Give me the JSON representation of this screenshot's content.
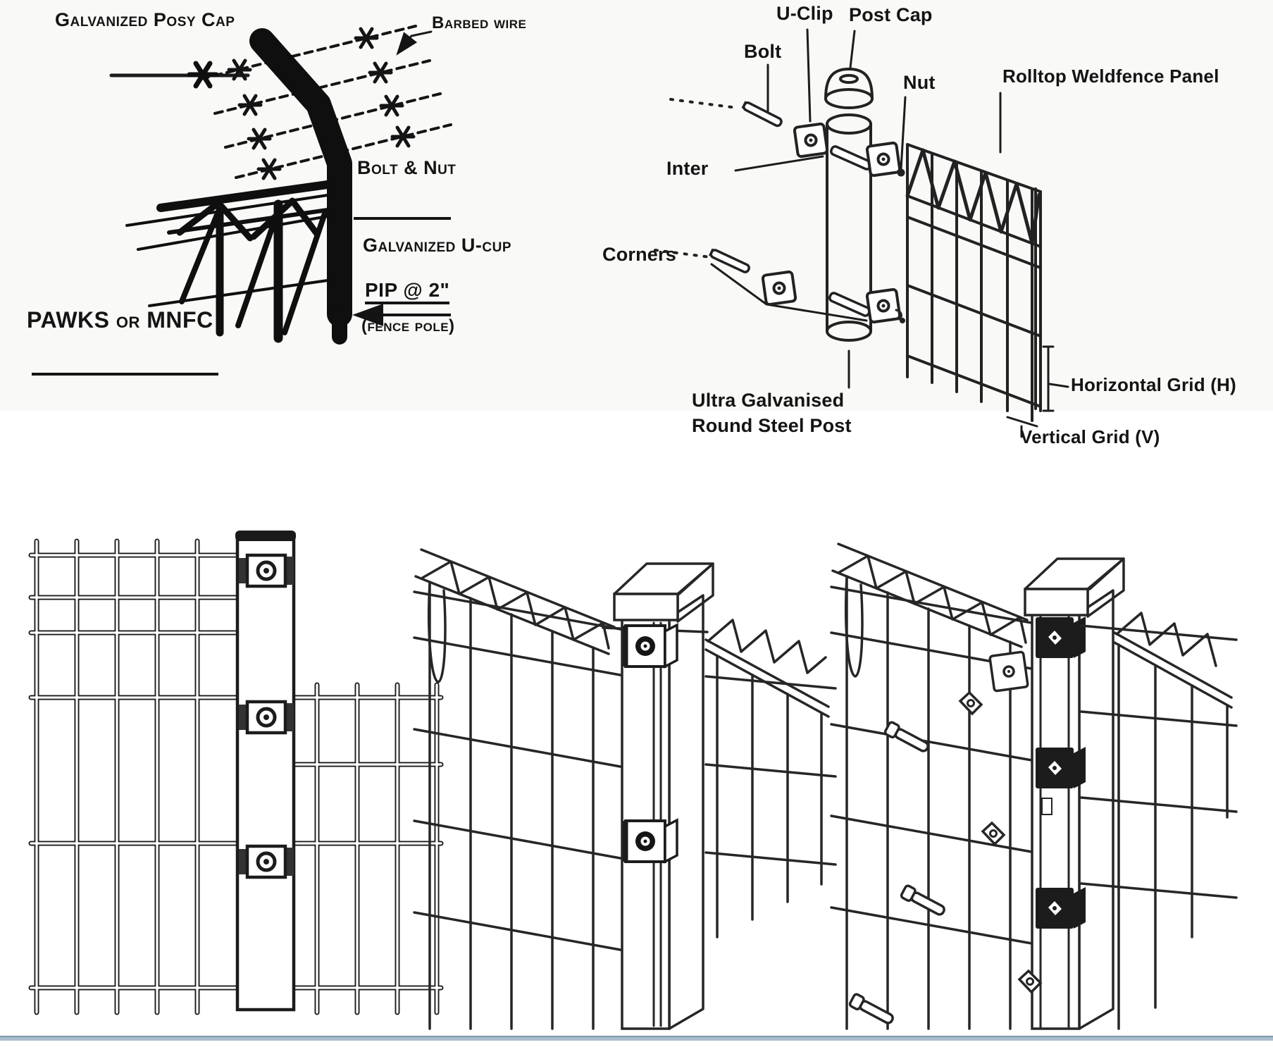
{
  "colors": {
    "ink": "#1a1a1a",
    "divider_blue": "#a9bdcb",
    "divider_blue_edge": "#7f99ac",
    "background": "#ffffff",
    "top_section_bg": "#f9f9f7"
  },
  "cranked_post_diagram": {
    "labels": {
      "post_cap": "Galvanized Posy Cap",
      "barbed_wire": "Barbed wire",
      "bolt_nut": "Bolt & Nut",
      "u_cup": "Galvanized U-cup",
      "pipe_size": "PIP @ 2\"",
      "fence_pole": "(fence pole)",
      "material": "PAWKS or MNFC"
    }
  },
  "post_assembly_diagram": {
    "labels": {
      "u_clip": "U-Clip",
      "post_cap": "Post Cap",
      "bolt": "Bolt",
      "nut": "Nut",
      "panel": "Rolltop Weldfence Panel",
      "inter": "Inter",
      "corners": "Corners",
      "post_name_line1": "Ultra Galvanised",
      "post_name_line2": "Round Steel Post",
      "horizontal_grid": "Horizontal Grid (H)",
      "vertical_grid": "Vertical Grid (V)"
    }
  }
}
